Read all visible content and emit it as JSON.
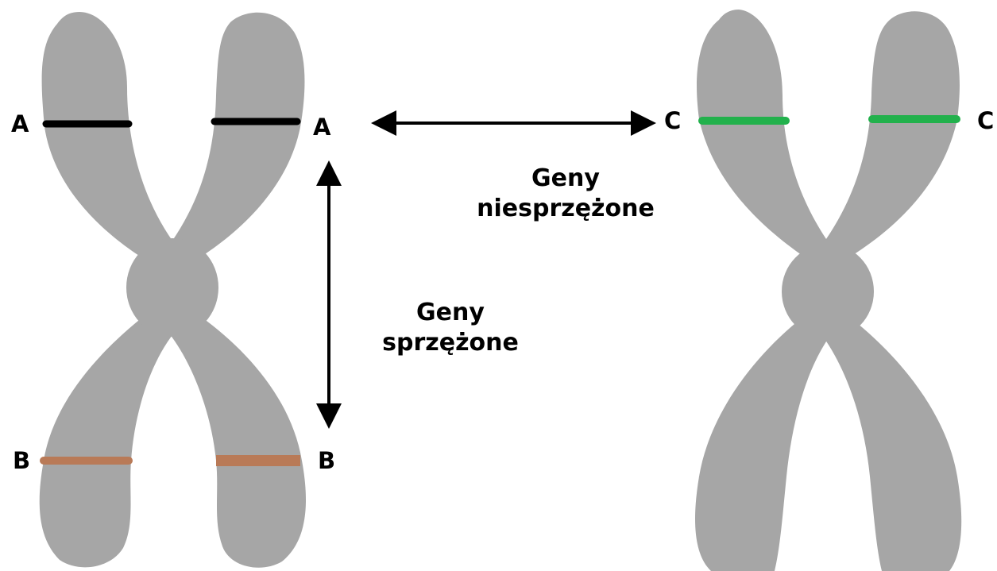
{
  "colors": {
    "chromosome": "#a6a6a6",
    "gene_a": "#000000",
    "gene_b": "#b97a57",
    "gene_c": "#22b14c",
    "arrow": "#000000",
    "background": "#ffffff"
  },
  "genes": {
    "left": {
      "a_left": "A",
      "a_right": "A",
      "b_left": "B",
      "b_right": "B"
    },
    "right": {
      "c_left": "C",
      "c_right": "C"
    }
  },
  "captions": {
    "unlinked": {
      "line1": "Geny",
      "line2": "niesprzężone"
    },
    "linked": {
      "line1": "Geny",
      "line2": "sprzężone"
    }
  }
}
